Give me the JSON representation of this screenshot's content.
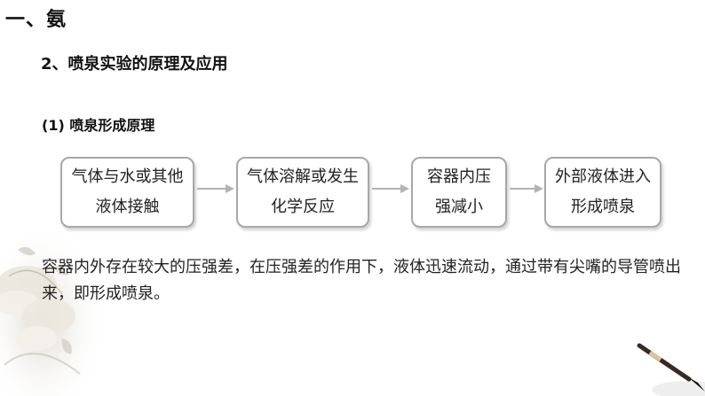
{
  "heading1": "一、氨",
  "heading2": "2、喷泉实验的原理及应用",
  "heading3": "(1) 喷泉形成原理",
  "flow": [
    {
      "line1": "气体与水或其他",
      "line2": "液体接触"
    },
    {
      "line1": "气体溶解或发生",
      "line2": "化学反应"
    },
    {
      "line1": "容器内压",
      "line2": "强减小"
    },
    {
      "line1": "外部液体进入",
      "line2": "形成喷泉"
    }
  ],
  "paragraph": "容器内外存在较大的压强差，在压强差的作用下，液体迅速流动，通过带有尖嘴的导管喷出来，即形成喷泉。",
  "decorations": {
    "left": "ink-flower-decoration",
    "right": "brush-pen-decoration"
  }
}
